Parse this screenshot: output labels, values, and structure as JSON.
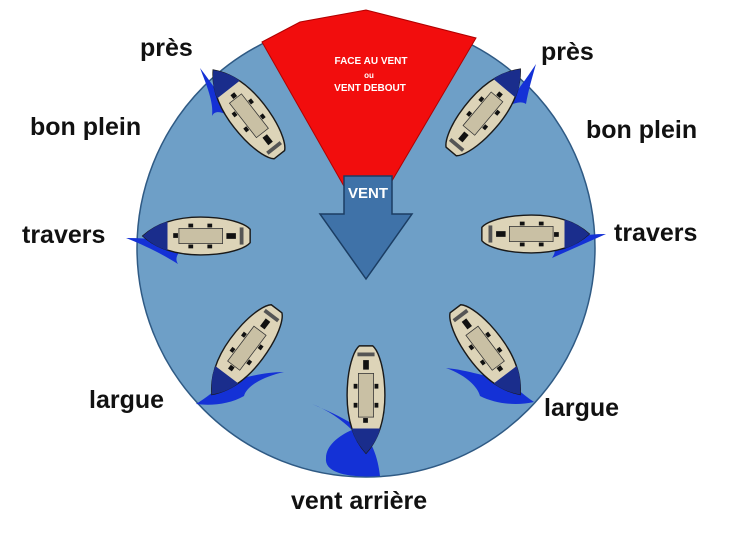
{
  "zone": {
    "line1": "FACE AU VENT",
    "line2": "ou",
    "line3": "VENT DEBOUT"
  },
  "wind_label": "VENT",
  "labels": {
    "pres_left": "près",
    "pres_right": "près",
    "bon_plein_left": "bon plein",
    "bon_plein_right": "bon plein",
    "travers_left": "travers",
    "travers_right": "travers",
    "largue_left": "largue",
    "largue_right": "largue",
    "vent_arriere": "vent arrière"
  },
  "colors": {
    "water": "#6e9fc7",
    "no_go_zone": "#f20d0d",
    "wind_arrow": "#3f72a8",
    "sail": "#1431d6",
    "hull": "#ddd4b8",
    "bow": "#1a2d8c"
  }
}
